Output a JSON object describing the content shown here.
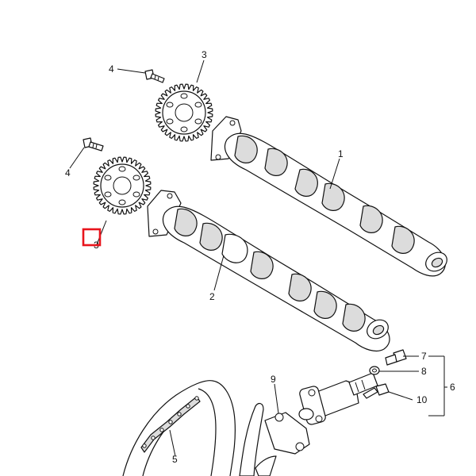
{
  "callouts": [
    {
      "id": "1",
      "text": "1"
    },
    {
      "id": "2",
      "text": "2"
    },
    {
      "id": "3a",
      "text": "3"
    },
    {
      "id": "3b",
      "text": "3"
    },
    {
      "id": "4a",
      "text": "4"
    },
    {
      "id": "4b",
      "text": "4"
    },
    {
      "id": "5",
      "text": "5"
    },
    {
      "id": "6",
      "text": "6"
    },
    {
      "id": "7",
      "text": "7"
    },
    {
      "id": "8",
      "text": "8"
    },
    {
      "id": "9",
      "text": "9"
    },
    {
      "id": "10",
      "text": "10"
    }
  ],
  "highlight": {
    "target": "3b",
    "color": "#e8141c"
  },
  "colors": {
    "line": "#111111",
    "background": "#ffffff",
    "highlight": "#e8141c"
  }
}
